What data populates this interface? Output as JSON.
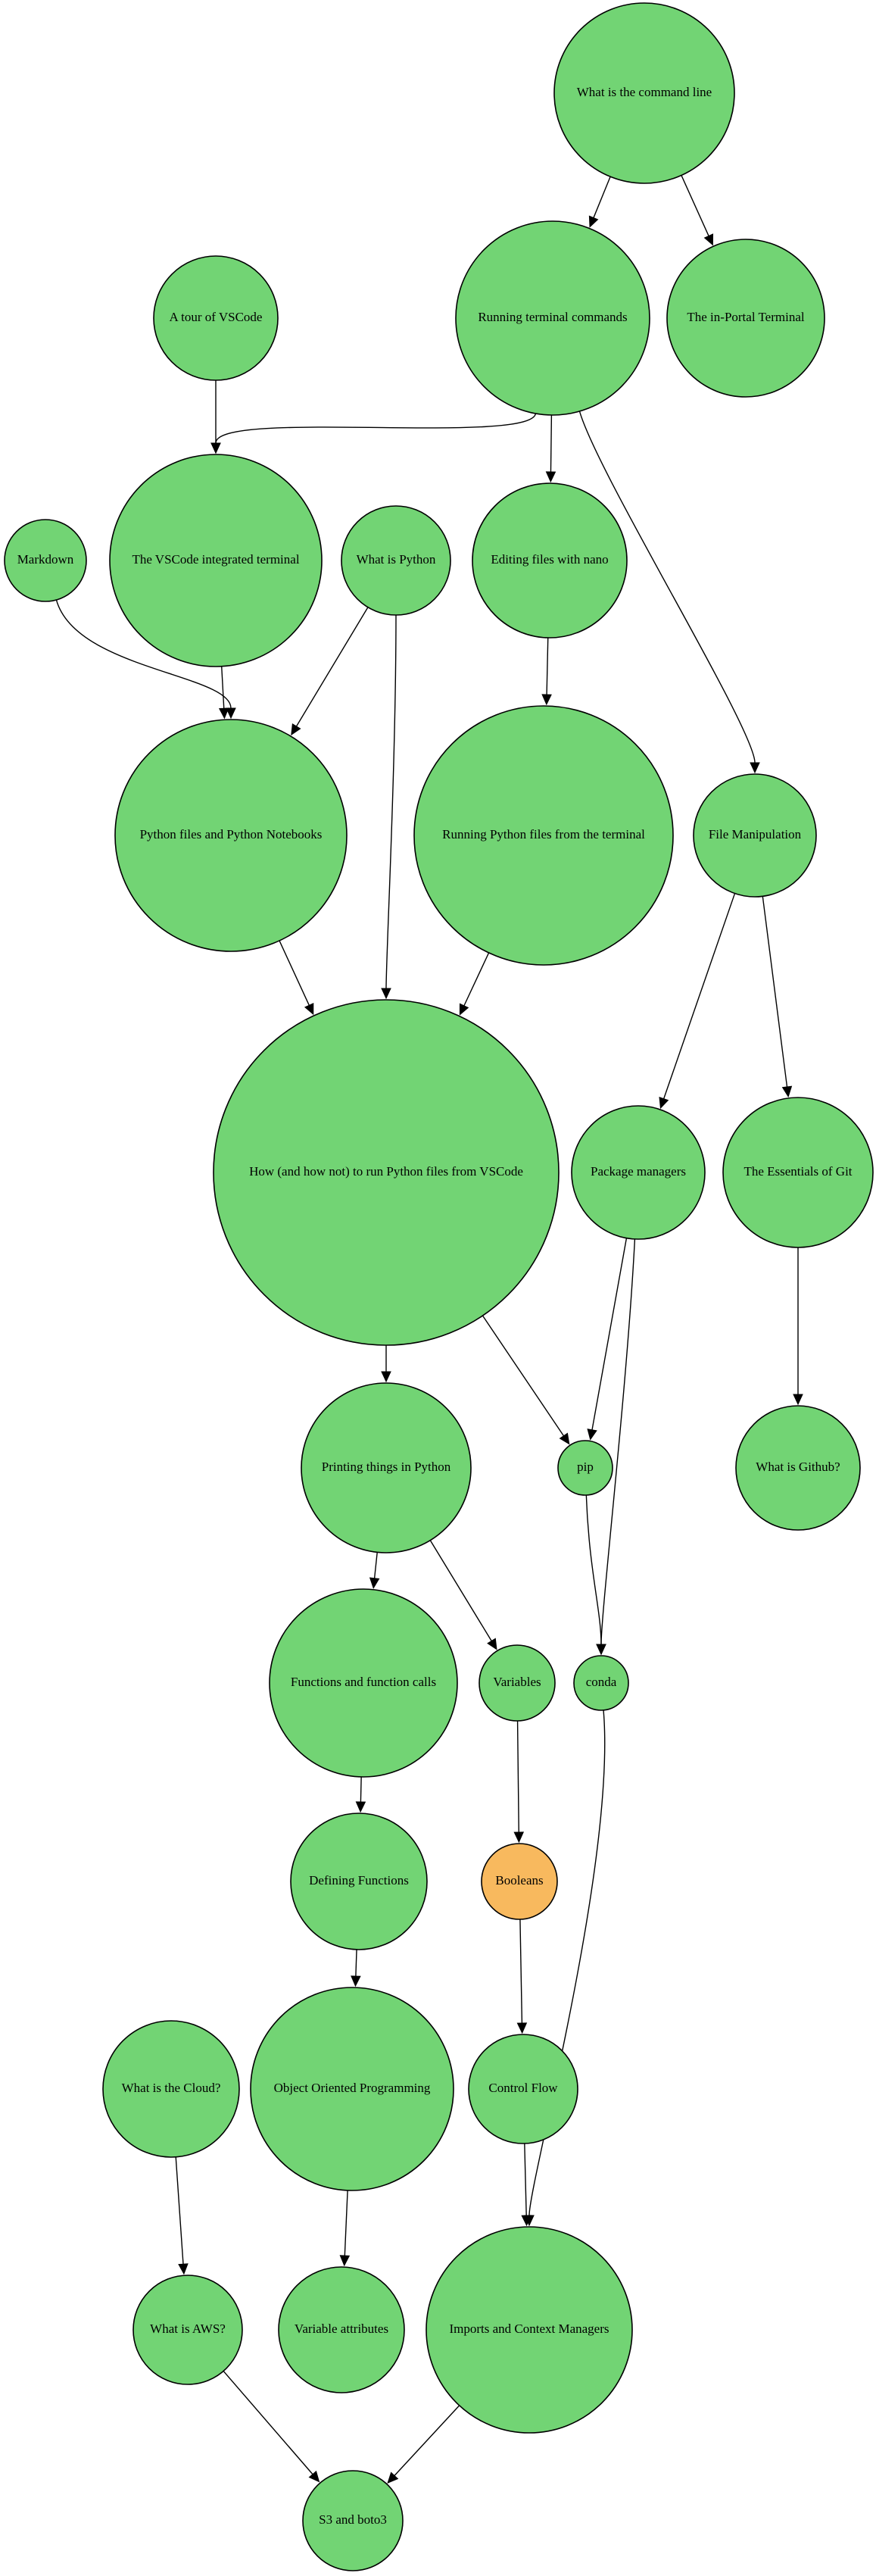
{
  "colors": {
    "default_node": "#72d474",
    "highlight_node": "#f8b95e",
    "edge": "#000000",
    "background": "#ffffff"
  },
  "nodes": [
    {
      "id": "cmdline",
      "label": "What is the command line"
    },
    {
      "id": "running",
      "label": "Running terminal commands"
    },
    {
      "id": "portal",
      "label": "The in-Portal Terminal"
    },
    {
      "id": "tour",
      "label": "A tour of VSCode"
    },
    {
      "id": "vsterm",
      "label": "The VSCode integrated terminal"
    },
    {
      "id": "markdown",
      "label": "Markdown"
    },
    {
      "id": "whatpy",
      "label": "What is Python"
    },
    {
      "id": "nano",
      "label": "Editing files with nano"
    },
    {
      "id": "pyfiles",
      "label": "Python files and Python Notebooks"
    },
    {
      "id": "runpyterm",
      "label": "Running Python files from the terminal"
    },
    {
      "id": "filemanip",
      "label": "File Manipulation"
    },
    {
      "id": "howrun",
      "label": "How (and how not) to run Python files from VSCode"
    },
    {
      "id": "pkgmgr",
      "label": "Package managers"
    },
    {
      "id": "git",
      "label": "The Essentials of Git"
    },
    {
      "id": "printing",
      "label": "Printing things in Python"
    },
    {
      "id": "pip",
      "label": "pip"
    },
    {
      "id": "github",
      "label": "What is Github?"
    },
    {
      "id": "funcs",
      "label": "Functions and function calls"
    },
    {
      "id": "variables",
      "label": "Variables"
    },
    {
      "id": "conda",
      "label": "conda"
    },
    {
      "id": "defining",
      "label": "Defining Functions"
    },
    {
      "id": "booleans",
      "label": "Booleans",
      "highlight": true
    },
    {
      "id": "cloud",
      "label": "What is the Cloud?"
    },
    {
      "id": "oop",
      "label": "Object Oriented Programming"
    },
    {
      "id": "control",
      "label": "Control Flow"
    },
    {
      "id": "aws",
      "label": "What is AWS?"
    },
    {
      "id": "varattr",
      "label": "Variable attributes"
    },
    {
      "id": "imports",
      "label": "Imports and Context Managers"
    },
    {
      "id": "s3",
      "label": "S3 and boto3"
    }
  ],
  "edges": [
    {
      "from": "cmdline",
      "to": "running"
    },
    {
      "from": "cmdline",
      "to": "portal"
    },
    {
      "from": "running",
      "to": "vsterm"
    },
    {
      "from": "running",
      "to": "nano"
    },
    {
      "from": "running",
      "to": "filemanip"
    },
    {
      "from": "tour",
      "to": "vsterm"
    },
    {
      "from": "markdown",
      "to": "pyfiles"
    },
    {
      "from": "vsterm",
      "to": "pyfiles"
    },
    {
      "from": "whatpy",
      "to": "pyfiles"
    },
    {
      "from": "whatpy",
      "to": "howrun"
    },
    {
      "from": "nano",
      "to": "runpyterm"
    },
    {
      "from": "pyfiles",
      "to": "howrun"
    },
    {
      "from": "runpyterm",
      "to": "howrun"
    },
    {
      "from": "filemanip",
      "to": "pkgmgr"
    },
    {
      "from": "filemanip",
      "to": "git"
    },
    {
      "from": "howrun",
      "to": "printing"
    },
    {
      "from": "howrun",
      "to": "pip"
    },
    {
      "from": "pkgmgr",
      "to": "pip"
    },
    {
      "from": "pkgmgr",
      "to": "conda"
    },
    {
      "from": "git",
      "to": "github"
    },
    {
      "from": "printing",
      "to": "funcs"
    },
    {
      "from": "printing",
      "to": "variables"
    },
    {
      "from": "pip",
      "to": "conda"
    },
    {
      "from": "funcs",
      "to": "defining"
    },
    {
      "from": "variables",
      "to": "booleans"
    },
    {
      "from": "defining",
      "to": "oop"
    },
    {
      "from": "booleans",
      "to": "control"
    },
    {
      "from": "conda",
      "to": "imports"
    },
    {
      "from": "oop",
      "to": "varattr"
    },
    {
      "from": "control",
      "to": "imports"
    },
    {
      "from": "cloud",
      "to": "aws"
    },
    {
      "from": "aws",
      "to": "s3"
    },
    {
      "from": "imports",
      "to": "s3"
    }
  ]
}
